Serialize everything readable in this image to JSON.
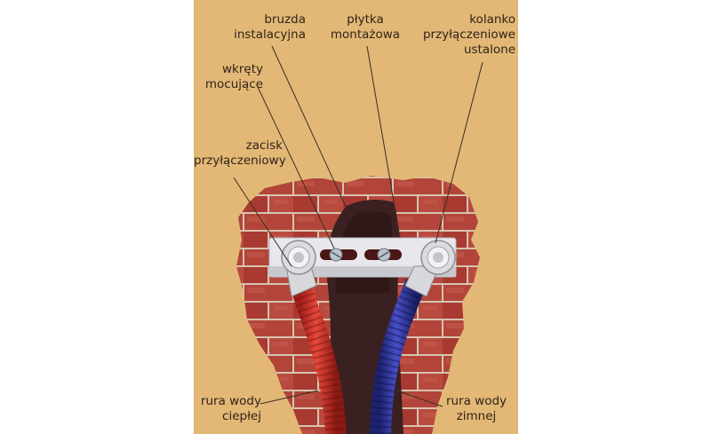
{
  "labels": {
    "bruzda": [
      "bruzda",
      "instalacyjna"
    ],
    "plytka": [
      "płytka",
      "montażowa"
    ],
    "kolanko": [
      "kolanko",
      "przyłączeniowe",
      "ustalone"
    ],
    "wkrety": [
      "wkręty",
      "mocujące"
    ],
    "zacisk": [
      "zacisk",
      "przyłączeniowy"
    ],
    "rura_ciepla": [
      "rura wody",
      "ciepłej"
    ],
    "rura_zimna": [
      "rura wody",
      "zimnej"
    ]
  },
  "colors": {
    "background_panel": "#e3b876",
    "brick": "#b5433a",
    "mortar": "#d9c8b5",
    "hot_pipe": "#d8382a",
    "cold_pipe": "#3a3fb4",
    "mounting_plate": "#e6e6ea"
  }
}
